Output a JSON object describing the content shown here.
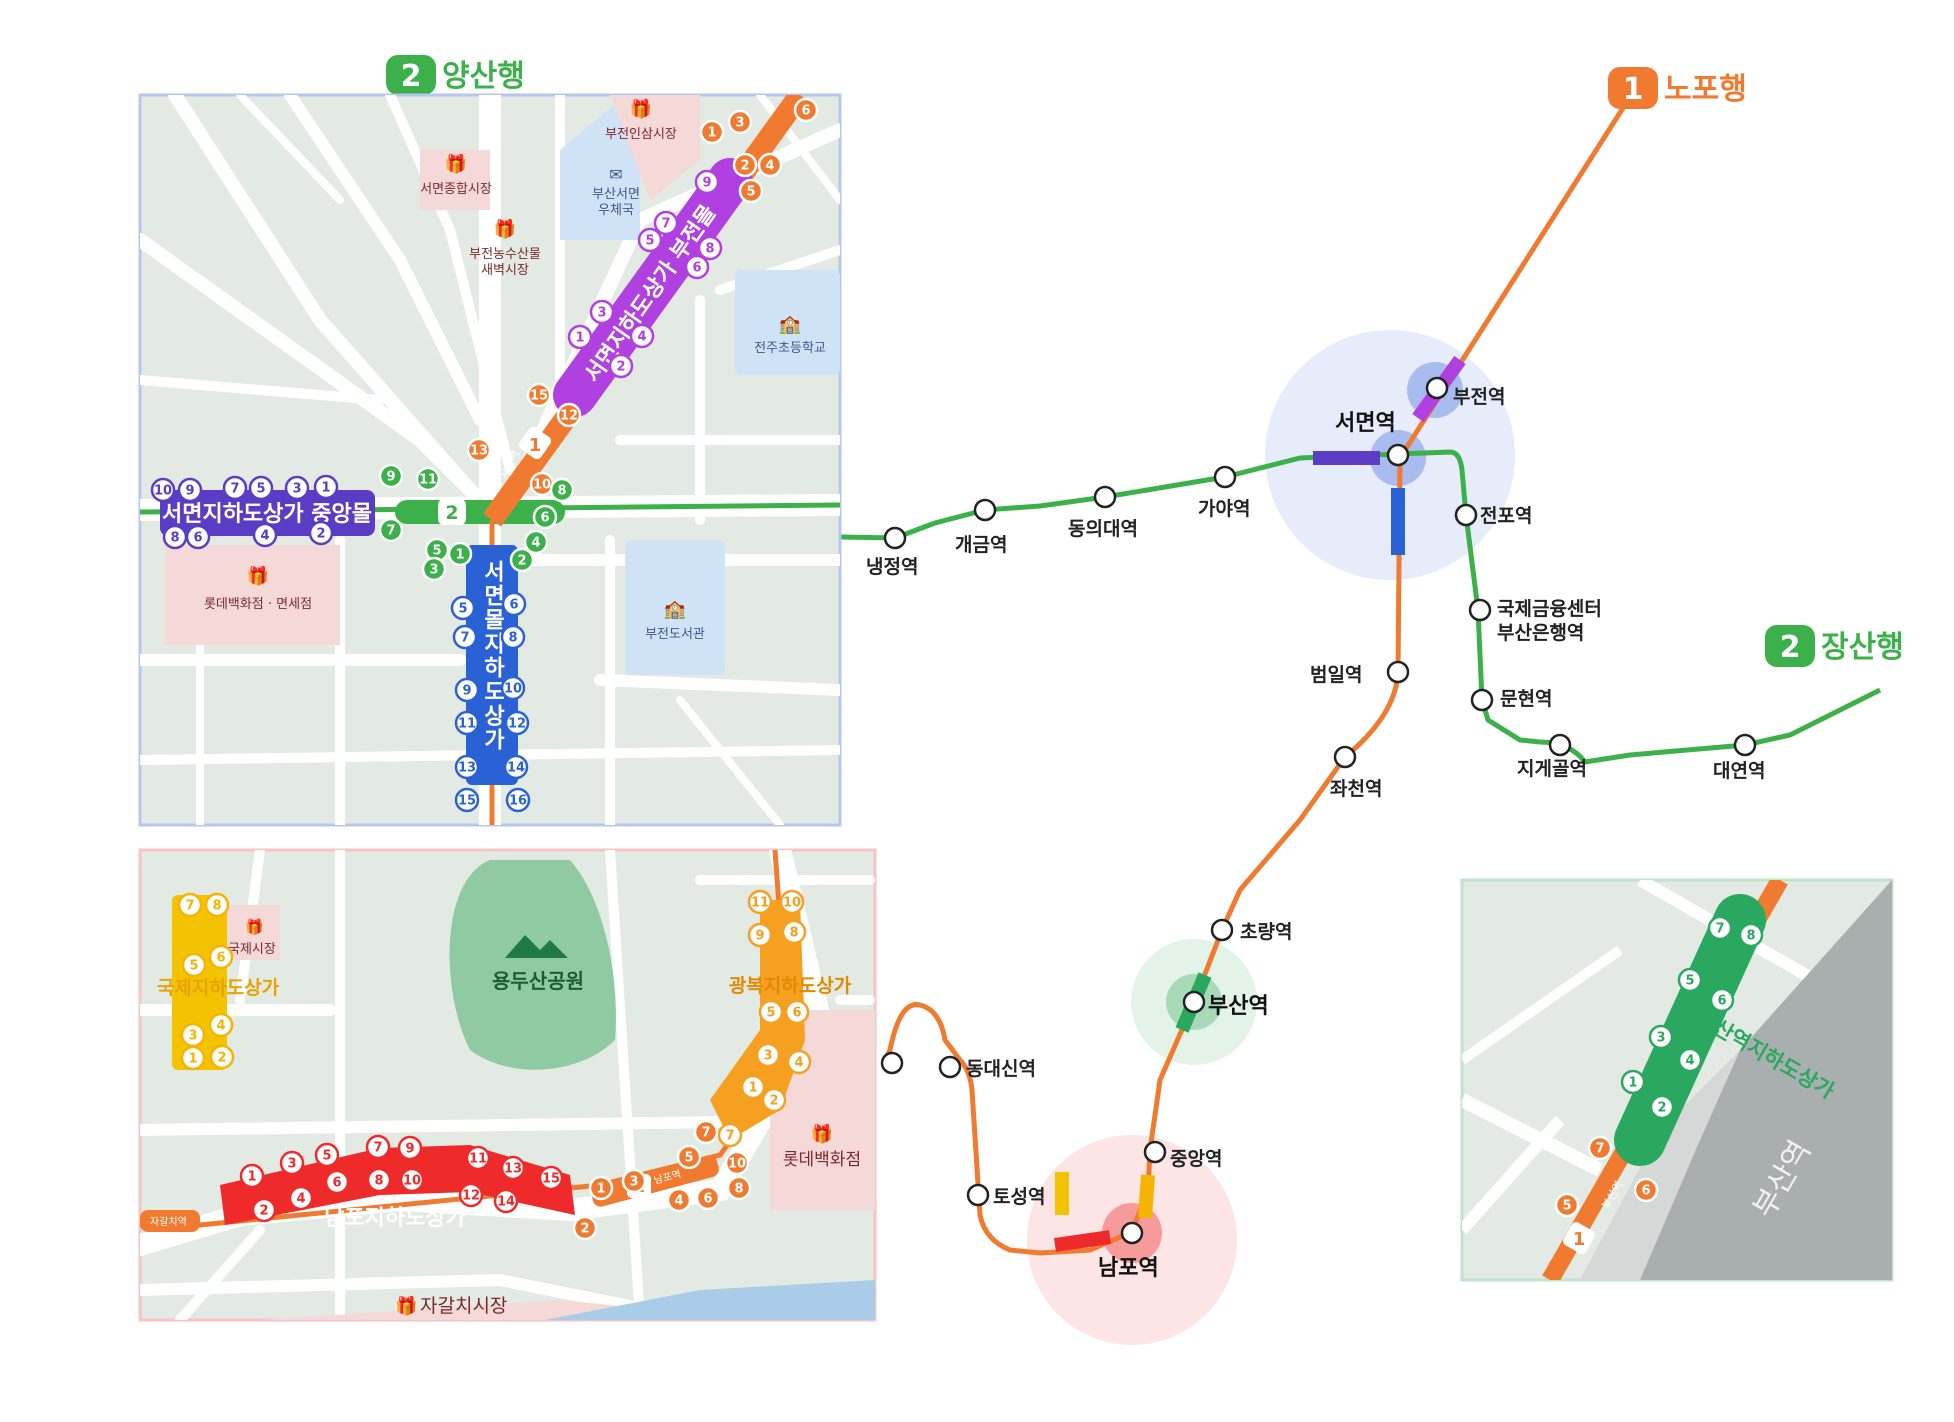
{
  "destinations": {
    "line2_west": {
      "num": "2",
      "label": "양산행",
      "color": "#3cb04a"
    },
    "line1_north": {
      "num": "1",
      "label": "노포행",
      "color": "#f07a30"
    },
    "line2_east": {
      "num": "2",
      "label": "장산행",
      "color": "#3cb04a"
    }
  },
  "colors": {
    "line1": "#f07a30",
    "line2": "#3cb04a",
    "seomyeon_mall": "#5b3cc4",
    "bujeon_mall": "#b040e0",
    "seomyeon_underground": "#2a62d6",
    "nampo_mall": "#ee2a2a",
    "gukje_mall": "#f4b400",
    "gwangbok_mall": "#f5a020",
    "busan_mall": "#2aa860"
  },
  "stations": {
    "seomyeon": "서면역",
    "bujeon": "부전역",
    "jeonpo": "전포역",
    "ifc": [
      "국제금융센터",
      "부산은행역"
    ],
    "munhyeon": "문현역",
    "jigegol": "지게골역",
    "daeyeon": "대연역",
    "gaya": "가야역",
    "dongui": "동의대역",
    "gaegeum": "개금역",
    "naengjeong": "냉정역",
    "beomil": "범일역",
    "jwacheon": "좌천역",
    "choryang": "초량역",
    "busan": "부산역",
    "jungang": "중앙역",
    "nampo": "남포역",
    "toseong": "토성역",
    "dongdaesin": "동대신역"
  },
  "inset_seomyeon": {
    "poi": {
      "bujeon_market": "부전인삼시장",
      "seomyeon_market": "서면종합시장",
      "post_office": [
        "부산서면",
        "우체국"
      ],
      "farm_market": [
        "부전농수산물",
        "새벽시장"
      ],
      "jeonju_school": "전주초등학교",
      "lotte": "롯데백화점 · 면세점",
      "library": "부전도서관"
    },
    "malls": {
      "seomyeon_central": "서면지하도상가 중앙몰",
      "bujeon": "서면지하도상가 부전몰",
      "underground": "서면몰지하도상가"
    },
    "badges": {
      "line1": "1",
      "line2": "2"
    },
    "station_tag": "서면역",
    "exits_central_top": [
      "10",
      "9",
      "7",
      "5",
      "3",
      "1"
    ],
    "exits_central_bottom": [
      "8",
      "6",
      "4",
      "2"
    ],
    "exits_bujeon": [
      "9",
      "7",
      "5",
      "8",
      "6",
      "3",
      "1",
      "4",
      "2"
    ],
    "exits_underground_left": [
      "5",
      "7",
      "9",
      "11",
      "13",
      "15"
    ],
    "exits_underground_right": [
      "6",
      "8",
      "10",
      "12",
      "14",
      "16"
    ],
    "exits_line1": [
      "1",
      "3",
      "5",
      "2",
      "4",
      "6",
      "15",
      "12",
      "13",
      "10"
    ],
    "exits_line2": [
      "9",
      "11",
      "7",
      "5",
      "3",
      "1",
      "8",
      "6",
      "4",
      "2"
    ]
  },
  "inset_nampo": {
    "park": "용두산공원",
    "gukje_market": "국제시장",
    "lotte": "롯데백화점",
    "jagalchi": "자갈치시장",
    "malls": {
      "gukje": "국제지하도상가",
      "gwangbok": "광복지하도상가",
      "nampo": "남포지하도상가"
    },
    "station_tags": {
      "nampo": "남포역",
      "jagalchi": "자갈치역"
    },
    "badge": "1",
    "exits_gukje": [
      "7",
      "8",
      "6",
      "5",
      "3",
      "4",
      "1",
      "2"
    ],
    "exits_gwangbok": [
      "11",
      "10",
      "9",
      "8",
      "5",
      "6",
      "3",
      "4",
      "1",
      "2",
      "7"
    ],
    "exits_nampo_top": [
      "1",
      "3",
      "5",
      "7",
      "9",
      "11",
      "13",
      "15"
    ],
    "exits_nampo_bottom": [
      "2",
      "4",
      "6",
      "8",
      "10",
      "12",
      "14"
    ],
    "exits_line1": [
      "1",
      "3",
      "5",
      "2",
      "4",
      "6",
      "7",
      "8",
      "10"
    ]
  },
  "inset_busan": {
    "mall": "부산역지하도상가",
    "station_tag": "부산역",
    "station_building": "부산역",
    "badge": "1",
    "exits_mall": [
      "7",
      "8",
      "5",
      "6",
      "3",
      "4",
      "1",
      "2"
    ],
    "exits_line1": [
      "7",
      "5",
      "6"
    ]
  }
}
